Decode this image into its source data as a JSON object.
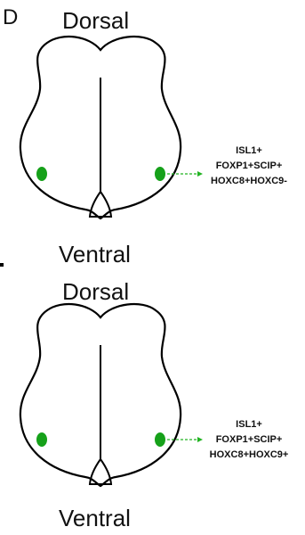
{
  "panel_letter": "D",
  "panels": [
    {
      "dorsal_label": "Dorsal",
      "ventral_label": "Ventral",
      "markers": [
        "ISL1+",
        "FOXP1+SCIP+",
        "HOXC8+HOXC9-"
      ]
    },
    {
      "dorsal_label": "Dorsal",
      "ventral_label": "Ventral",
      "markers": [
        "ISL1+",
        "FOXP1+SCIP+",
        "HOXC8+HOXC9+"
      ]
    }
  ],
  "colors": {
    "outline": "#000000",
    "dot": "#16a11a",
    "arrow": "#22b322"
  }
}
